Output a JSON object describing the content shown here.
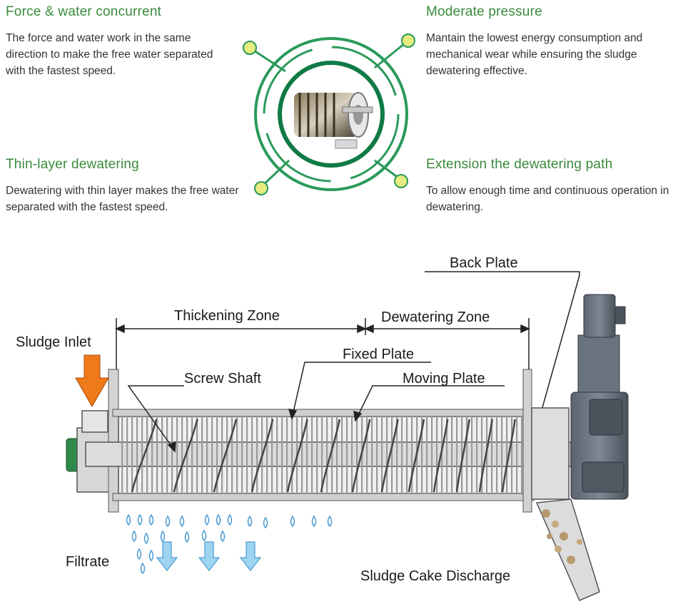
{
  "features": [
    {
      "title": "Force & water concurrent",
      "text": "The force and water work in the same direction to make the free water separated with the fastest speed."
    },
    {
      "title": "Moderate pressure",
      "text": "Mantain the lowest energy consumption and mechanical wear while ensuring the sludge dewatering effective."
    },
    {
      "title": "Thin-layer dewatering",
      "text": "Dewatering with thin layer makes the free water separated with the fastest speed."
    },
    {
      "title": "Extension the dewatering path",
      "text": "To allow enough time and continuous operation in dewatering."
    }
  ],
  "diagram": {
    "back_plate": "Back  Plate",
    "thickening_zone": "Thickening Zone",
    "dewatering_zone": "Dewatering Zone",
    "sludge_inlet": "Sludge Inlet",
    "fixed_plate": "Fixed Plate",
    "screw_shaft": "Screw Shaft",
    "moving_plate": "Moving Plate",
    "filtrate": "Filtrate",
    "sludge_cake_discharge": "Sludge Cake Discharge"
  },
  "colors": {
    "heading_green": "#3a8a3c",
    "ring_green": "#2a9a5a",
    "node_yellow": "#e6ec80",
    "inlet_arrow": "#ef7a1a",
    "filtrate_arrow": "#9fd4f0"
  }
}
